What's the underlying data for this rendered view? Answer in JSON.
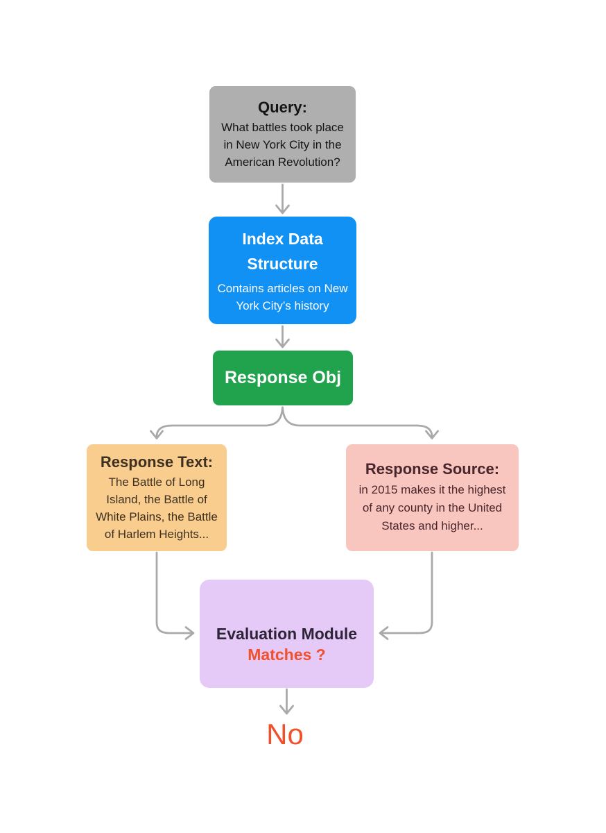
{
  "colors": {
    "page_bg": "#ffffff",
    "arrow": "#a9a9a9",
    "query_bg": "#afafaf",
    "query_fg": "#141414",
    "index_bg": "#1191f4",
    "index_fg": "#ffffff",
    "obj_bg": "#21a24d",
    "obj_fg": "#ffffff",
    "rtext_bg": "#f9cd8e",
    "rtext_fg": "#3e3020",
    "rsource_bg": "#f9c5bf",
    "rsource_fg": "#48262c",
    "eval_bg": "#e5caf8",
    "eval_fg": "#2d2438",
    "accent_red": "#f1502c"
  },
  "nodes": {
    "query": {
      "title": "Query:",
      "body": [
        "What battles took place",
        "in New York City in the",
        "American Revolution?"
      ]
    },
    "index": {
      "title": [
        "Index Data",
        "Structure"
      ],
      "body": [
        "Contains articles on New",
        "York City’s history"
      ]
    },
    "response_obj": {
      "title": "Response Obj"
    },
    "response_text": {
      "title": "Response Text:",
      "body": [
        "The Battle of Long",
        "Island, the Battle of",
        "White Plains, the Battle",
        "of Harlem Heights..."
      ]
    },
    "response_source": {
      "title": "Response Source:",
      "body": [
        "in 2015 makes it the highest",
        "of any county in the United",
        "States and higher..."
      ]
    },
    "evaluation": {
      "title": "Evaluation Module",
      "subtitle": "Matches ?"
    },
    "result": {
      "label": "No"
    }
  }
}
